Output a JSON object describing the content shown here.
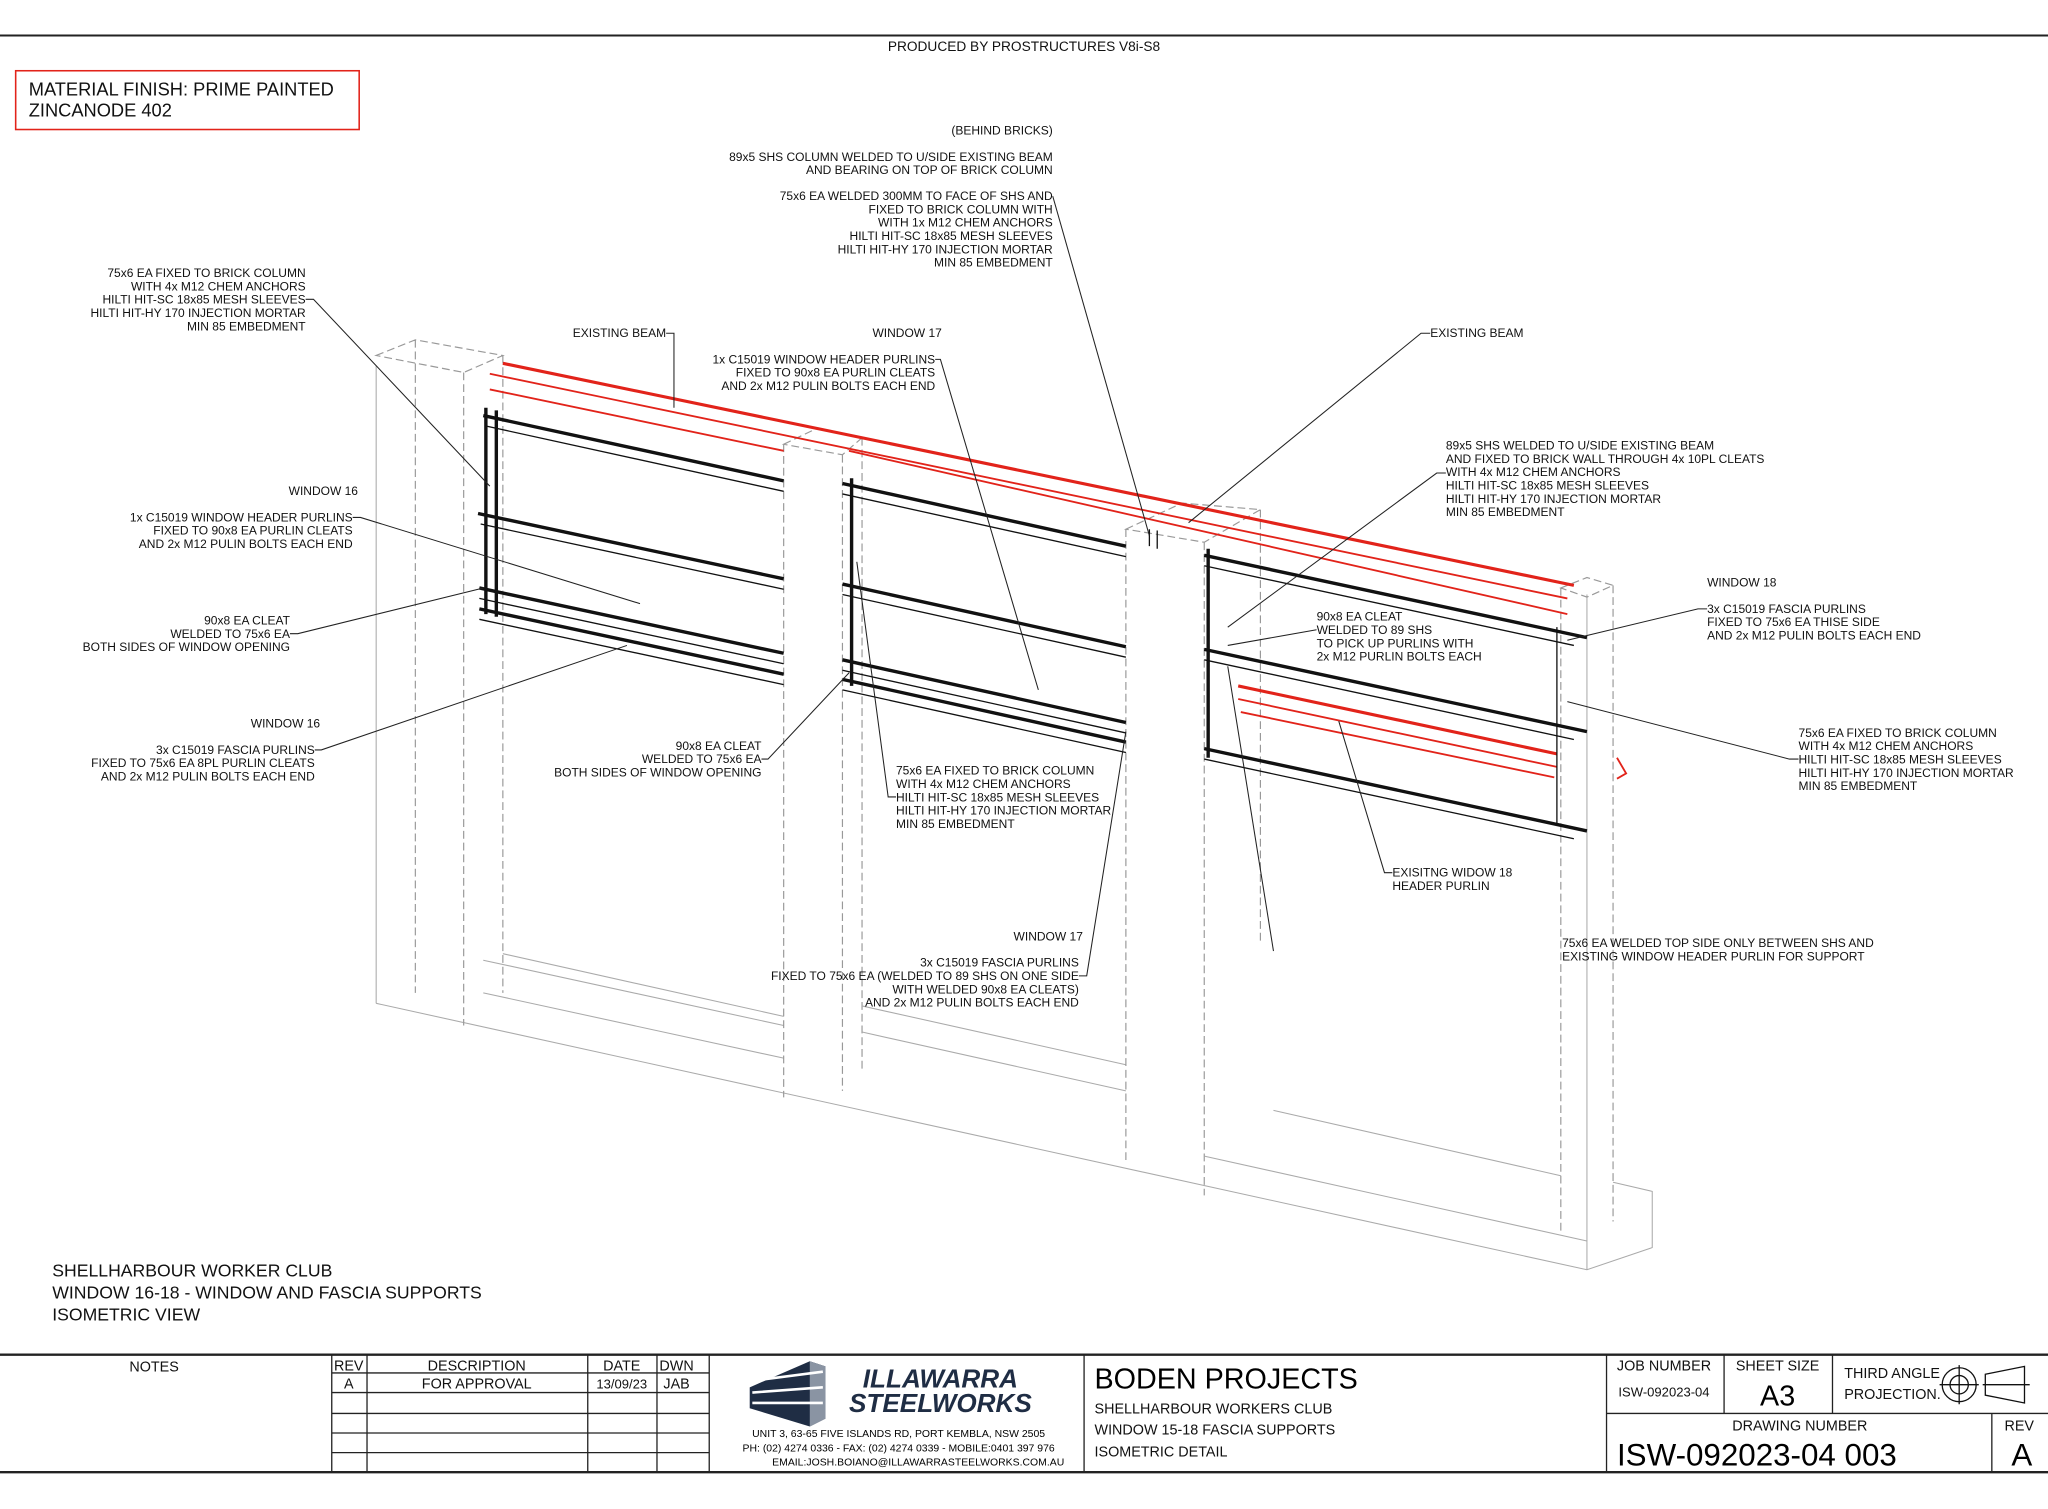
{
  "header": {
    "produced_by": "PRODUCED BY PROSTRUCTURES V8i-S8"
  },
  "material_finish": {
    "lines": [
      "MATERIAL FINISH: PRIME PAINTED",
      "ZINCANODE 402"
    ]
  },
  "view_title": {
    "lines": [
      "SHELLHARBOUR WORKER CLUB",
      "WINDOW 16-18 - WINDOW AND FASCIA SUPPORTS",
      "ISOMETRIC VIEW"
    ]
  },
  "annotations": {
    "behind_bricks": [
      "(BEHIND BRICKS)"
    ],
    "shs_column": [
      "89x5 SHS COLUMN WELDED TO U/SIDE EXISTING BEAM",
      "AND BEARING ON TOP OF BRICK COLUMN"
    ],
    "ea_welded_300": [
      "75x6 EA WELDED 300MM TO FACE OF SHS AND",
      "FIXED TO BRICK COLUMN WITH",
      "WITH 1x M12 CHEM ANCHORS",
      "HILTI HIT-SC 18x85 MESH SLEEVES",
      "HILTI HIT-HY 170 INJECTION MORTAR",
      "MIN 85 EMBEDMENT"
    ],
    "ea_fixed_left": [
      "75x6 EA FIXED TO BRICK COLUMN",
      "WITH 4x M12 CHEM ANCHORS",
      "HILTI HIT-SC 18x85 MESH SLEEVES",
      "HILTI HIT-HY 170 INJECTION MORTAR",
      "MIN 85 EMBEDMENT"
    ],
    "existing_beam_left": [
      "EXISTING BEAM"
    ],
    "window17_top": [
      "WINDOW 17"
    ],
    "w17_header_purlins": [
      "1x C15019 WINDOW HEADER PURLINS",
      "FIXED TO 90x8 EA PURLIN CLEATS",
      "AND 2x M12 PULIN BOLTS EACH END"
    ],
    "existing_beam_right": [
      "EXISTING BEAM"
    ],
    "shs_welded_right": [
      "89x5 SHS WELDED TO U/SIDE EXISTING BEAM",
      "AND FIXED TO BRICK WALL THROUGH 4x 10PL CLEATS",
      "WITH 4x M12 CHEM ANCHORS",
      "HILTI HIT-SC 18x85 MESH SLEEVES",
      "HILTI HIT-HY 170 INJECTION MORTAR",
      "MIN 85 EMBEDMENT"
    ],
    "window16_top": [
      "WINDOW 16"
    ],
    "w16_header_purlins": [
      "1x C15019 WINDOW HEADER PURLINS",
      "FIXED TO 90x8 EA PURLIN CLEATS",
      "AND 2x M12 PULIN BOLTS EACH END"
    ],
    "window18": [
      "WINDOW 18"
    ],
    "w18_fascia": [
      "3x C15019 FASCIA PURLINS",
      "FIXED TO 75x6 EA THISE SIDE",
      "AND 2x M12 PULIN BOLTS EACH END"
    ],
    "cleat_left": [
      "90x8 EA CLEAT",
      "WELDED TO 75x6 EA",
      "BOTH SIDES OF WINDOW OPENING"
    ],
    "cleat_shs": [
      "90x8 EA CLEAT",
      "WELDED TO 89 SHS",
      "TO PICK UP PURLINS WITH",
      "2x M12 PURLIN BOLTS EACH"
    ],
    "window16_bottom": [
      "WINDOW 16"
    ],
    "w16_fascia": [
      "3x C15019 FASCIA PURLINS",
      "FIXED TO 75x6 EA 8PL PURLIN CLEATS",
      "AND 2x M12 PULIN BOLTS EACH END"
    ],
    "cleat_mid": [
      "90x8 EA CLEAT",
      "WELDED TO 75x6 EA",
      "BOTH SIDES OF WINDOW OPENING"
    ],
    "ea_fixed_mid": [
      "75x6 EA FIXED TO BRICK COLUMN",
      "WITH 4x M12 CHEM ANCHORS",
      "HILTI HIT-SC 18x85 MESH SLEEVES",
      "HILTI HIT-HY 170 INJECTION MORTAR",
      "MIN 85 EMBEDMENT"
    ],
    "ea_fixed_right": [
      "75x6 EA FIXED TO BRICK COLUMN",
      "WITH 4x M12 CHEM ANCHORS",
      "HILTI HIT-SC 18x85 MESH SLEEVES",
      "HILTI HIT-HY 170 INJECTION MORTAR",
      "MIN 85 EMBEDMENT"
    ],
    "existing_w18_header": [
      "EXISITNG WIDOW 18",
      "HEADER PURLIN"
    ],
    "window17_bottom": [
      "WINDOW 17"
    ],
    "w17_fascia": [
      "3x C15019 FASCIA PURLINS",
      "FIXED TO 75x6 EA (WELDED TO 89 SHS ON ONE SIDE",
      "WITH WELDED 90x8 EA CLEATS)",
      "AND 2x M12 PULIN BOLTS EACH END"
    ],
    "ea_welded_top": [
      "75x6 EA WELDED TOP SIDE ONLY BETWEEN SHS AND",
      "EXISTING WINDOW HEADER PURLIN FOR SUPPORT"
    ]
  },
  "title_block": {
    "notes_label": "NOTES",
    "rev_table": {
      "headers": [
        "REV",
        "DESCRIPTION",
        "DATE",
        "DWN"
      ],
      "rows": [
        [
          "A",
          "FOR APPROVAL",
          "13/09/23",
          "JAB"
        ]
      ]
    },
    "company": {
      "name_line1": "ILLAWARRA",
      "name_line2": "STEELWORKS",
      "address": "UNIT 3, 63-65 FIVE ISLANDS RD, PORT KEMBLA, NSW 2505",
      "phone": "PH: (02) 4274 0336 - FAX: (02) 4274 0339 - MOBILE:0401 397 976",
      "email": "EMAIL:JOSH.BOIANO@ILLAWARRASTEELWORKS.COM.AU"
    },
    "client": "BODEN PROJECTS",
    "project_lines": [
      "SHELLHARBOUR WORKERS CLUB",
      "WINDOW 15-18 FASCIA SUPPORTS",
      "ISOMETRIC DETAIL"
    ],
    "job_number_label": "JOB NUMBER",
    "job_number": "ISW-092023-04",
    "sheet_size_label": "SHEET SIZE",
    "sheet_size": "A3",
    "projection": [
      "THIRD ANGLE",
      "PROJECTION."
    ],
    "drawing_number_label": "DRAWING NUMBER",
    "drawing_number": "ISW-092023-04 003",
    "rev_label": "REV",
    "rev": "A"
  },
  "colors": {
    "highlight": "#e2231a",
    "line": "#111111",
    "brick": "#999999",
    "logo": "#1f2d44"
  }
}
